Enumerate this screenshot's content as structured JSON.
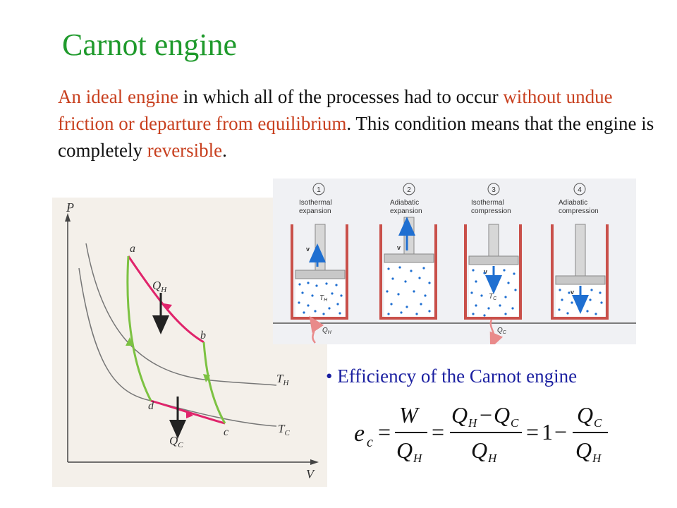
{
  "title": "Carnot engine",
  "intro": {
    "part1": "An ideal engine",
    "part2": " in which all of the processes had to occur ",
    "part3": "without undue friction or departure from equilibrium",
    "part4": ". This condition means that the engine is completely ",
    "part5": "reversible",
    "part6": "."
  },
  "pv_diagram": {
    "axis_p": "P",
    "axis_v": "V",
    "points": {
      "a": "a",
      "b": "b",
      "c": "c",
      "d": "d"
    },
    "heat_in": {
      "main": "Q",
      "sub": "H"
    },
    "heat_out": {
      "main": "Q",
      "sub": "C"
    },
    "temp_hot": {
      "main": "T",
      "sub": "H"
    },
    "temp_cold": {
      "main": "T",
      "sub": "C"
    },
    "colors": {
      "isotherm": "#e0246b",
      "adiabat": "#7cc242",
      "curve": "#777777"
    }
  },
  "steps": {
    "items": [
      {
        "number": "1",
        "line1": "Isothermal",
        "line2": "expansion",
        "temp": {
          "main": "T",
          "sub": "H"
        },
        "heat": {
          "main": "Q",
          "sub": "H"
        }
      },
      {
        "number": "2",
        "line1": "Adiabatic",
        "line2": "expansion"
      },
      {
        "number": "3",
        "line1": "Isothermal",
        "line2": "compression",
        "temp": {
          "main": "T",
          "sub": "C"
        },
        "heat": {
          "main": "Q",
          "sub": "C"
        }
      },
      {
        "number": "4",
        "line1": "Adiabatic",
        "line2": "compression"
      }
    ],
    "velocity_label": "v",
    "colors": {
      "gas": "#1f6fd1",
      "wall": "#c9504a"
    }
  },
  "efficiency": {
    "bullet": "•",
    "heading": "Efficiency of the Carnot engine"
  },
  "formula": {
    "lhs_main": "e",
    "lhs_sub": "c",
    "eq": "=",
    "w": "W",
    "q": "Q",
    "h": "H",
    "c": "C",
    "minus": "−",
    "one": "1"
  }
}
